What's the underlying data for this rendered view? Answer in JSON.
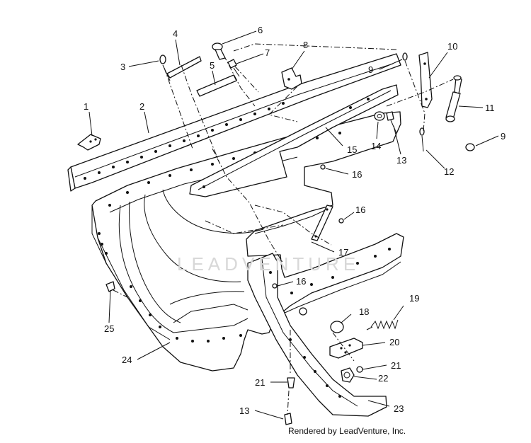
{
  "diagram": {
    "credit": "Rendered by LeadVenture, Inc.",
    "watermark": "LEADVENTURE",
    "colors": {
      "ink": "#111111",
      "background": "#ffffff",
      "watermark": "#d8d8d8"
    },
    "callouts": [
      {
        "id": "c1",
        "label": "1"
      },
      {
        "id": "c2",
        "label": "2"
      },
      {
        "id": "c3",
        "label": "3"
      },
      {
        "id": "c4",
        "label": "4"
      },
      {
        "id": "c5",
        "label": "5"
      },
      {
        "id": "c6",
        "label": "6"
      },
      {
        "id": "c7",
        "label": "7"
      },
      {
        "id": "c8",
        "label": "8"
      },
      {
        "id": "c9a",
        "label": "9"
      },
      {
        "id": "c9b",
        "label": "9"
      },
      {
        "id": "c10",
        "label": "10"
      },
      {
        "id": "c11",
        "label": "11"
      },
      {
        "id": "c12",
        "label": "12"
      },
      {
        "id": "c13a",
        "label": "13"
      },
      {
        "id": "c13b",
        "label": "13"
      },
      {
        "id": "c14",
        "label": "14"
      },
      {
        "id": "c15",
        "label": "15"
      },
      {
        "id": "c16a",
        "label": "16"
      },
      {
        "id": "c16b",
        "label": "16"
      },
      {
        "id": "c16c",
        "label": "16"
      },
      {
        "id": "c17",
        "label": "17"
      },
      {
        "id": "c18",
        "label": "18"
      },
      {
        "id": "c19",
        "label": "19"
      },
      {
        "id": "c20",
        "label": "20"
      },
      {
        "id": "c21a",
        "label": "21"
      },
      {
        "id": "c21b",
        "label": "21"
      },
      {
        "id": "c22",
        "label": "22"
      },
      {
        "id": "c23",
        "label": "23"
      },
      {
        "id": "c24",
        "label": "24"
      },
      {
        "id": "c25",
        "label": "25"
      }
    ]
  }
}
